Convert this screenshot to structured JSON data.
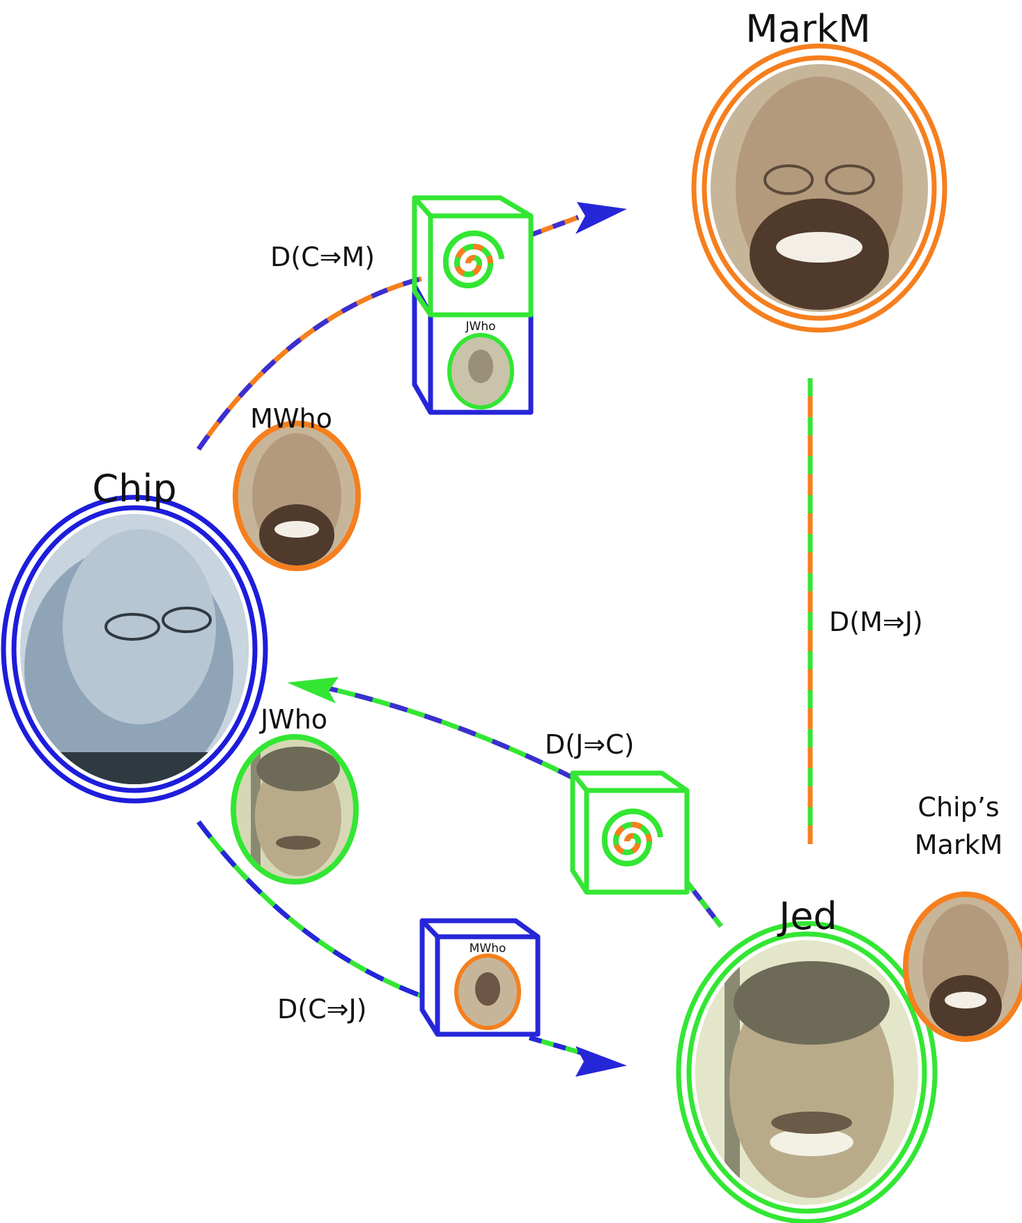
{
  "colors": {
    "chip": "#1d1ddb",
    "markm": "#f57f1e",
    "jed": "#33e633",
    "arrow": "#2626d9",
    "face_chip": "#a9bccb",
    "face_markm": "#c7b59a",
    "face_jed": "#d6d8b5"
  },
  "nodes": {
    "markm": {
      "label": "MarkM",
      "icon": "portrait-markm"
    },
    "chip": {
      "label": "Chip",
      "icon": "portrait-chip"
    },
    "jed": {
      "label": "Jed",
      "icon": "portrait-jed"
    }
  },
  "references": {
    "mwho": {
      "label": "MWho"
    },
    "jwho": {
      "label": "JWho"
    },
    "chips_markm": {
      "line1": "Chip’s",
      "line2": "MarkM"
    }
  },
  "boxes": {
    "box_c_m_label": "JWho",
    "box_c_j_label": "MWho"
  },
  "edges": {
    "c_to_m": "D(C⇒M)",
    "m_to_j": "D(M⇒J)",
    "j_to_c": "D(J⇒C)",
    "c_to_j": "D(C⇒J)"
  }
}
